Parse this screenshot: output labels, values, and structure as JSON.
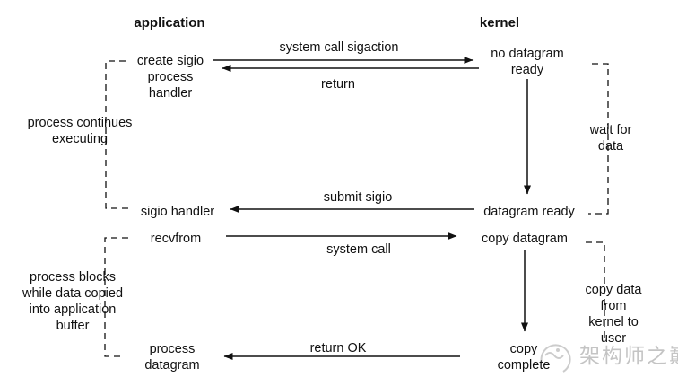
{
  "headers": {
    "application": "application",
    "kernel": "kernel"
  },
  "application_column": {
    "create_sigio_handler": "create sigio\nprocess\nhandler",
    "process_continues_note": "process continues\nexecuting",
    "sigio_handler": "sigio handler",
    "recvfrom": "recvfrom",
    "process_blocks_note": "process blocks\nwhile data copied\ninto application\nbuffer",
    "process_datagram": "process\ndatagram"
  },
  "kernel_column": {
    "no_datagram_ready": "no datagram\nready",
    "wait_for_data_note": "wait for\ndata",
    "datagram_ready": "datagram ready",
    "copy_datagram": "copy datagram",
    "copy_data_note": "copy data from\nkernel to user",
    "copy_complete": "copy\ncomplete"
  },
  "arrow_labels": {
    "sigaction": "system call sigaction",
    "return": "return",
    "submit_sigio": "submit sigio",
    "system_call": "system call",
    "return_ok": "return OK"
  },
  "watermark": {
    "text": "架构师之巅",
    "color": "#c4c4c4"
  },
  "colors": {
    "line": "#111111",
    "background": "#ffffff"
  }
}
